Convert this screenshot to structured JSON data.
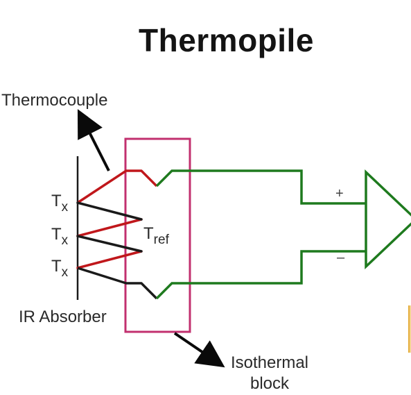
{
  "title": "Thermopile",
  "labels": {
    "thermocouple": "Thermocouple",
    "ir_absorber": "IR Absorber",
    "isothermal_line1": "Isothermal",
    "isothermal_line2": "block",
    "tx_main": "T",
    "tx_sub": "x",
    "tref_main": "T",
    "tref_sub": "ref",
    "plus": "+",
    "minus": "–"
  },
  "colors": {
    "red_wire": "#c0171b",
    "black_wire": "#1a1a1a",
    "green_wire": "#1e7a1e",
    "isothermal_box": "#c2306f",
    "arrow": "#0a0a0a",
    "edge_accent": "#e0a020"
  }
}
